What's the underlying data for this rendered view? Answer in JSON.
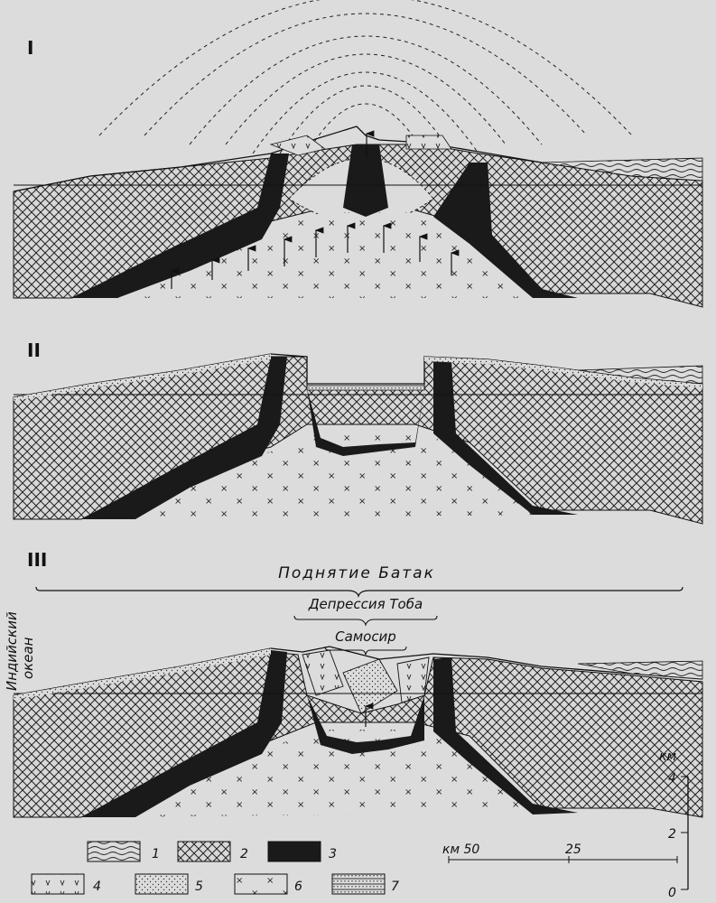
{
  "panels": {
    "p1_label": "I",
    "p2_label": "II",
    "p3_label": "III"
  },
  "annotations": {
    "batak_uplift": "Поднятие Батак",
    "toba_depression": "Депрессия Тоба",
    "samosir": "Самосир",
    "indian_ocean_line1": "Индийский",
    "indian_ocean_line2": "океан"
  },
  "vertical_scale": {
    "unit": "км",
    "ticks": [
      "4",
      "2",
      "0"
    ]
  },
  "horizontal_scale": {
    "unit_label": "км 50",
    "mid_label": "25"
  },
  "legend": [
    {
      "num": "1",
      "pattern": "wavy-lines"
    },
    {
      "num": "2",
      "pattern": "crosshatch"
    },
    {
      "num": "3",
      "pattern": "solid-black"
    },
    {
      "num": "4",
      "pattern": "v-marks"
    },
    {
      "num": "5",
      "pattern": "stipple"
    },
    {
      "num": "6",
      "pattern": "x-marks"
    },
    {
      "num": "7",
      "pattern": "dotted-stripes"
    }
  ],
  "colors": {
    "paper": "#dcdcdc",
    "ink": "#111111",
    "fill_black": "#1a1a1a"
  }
}
